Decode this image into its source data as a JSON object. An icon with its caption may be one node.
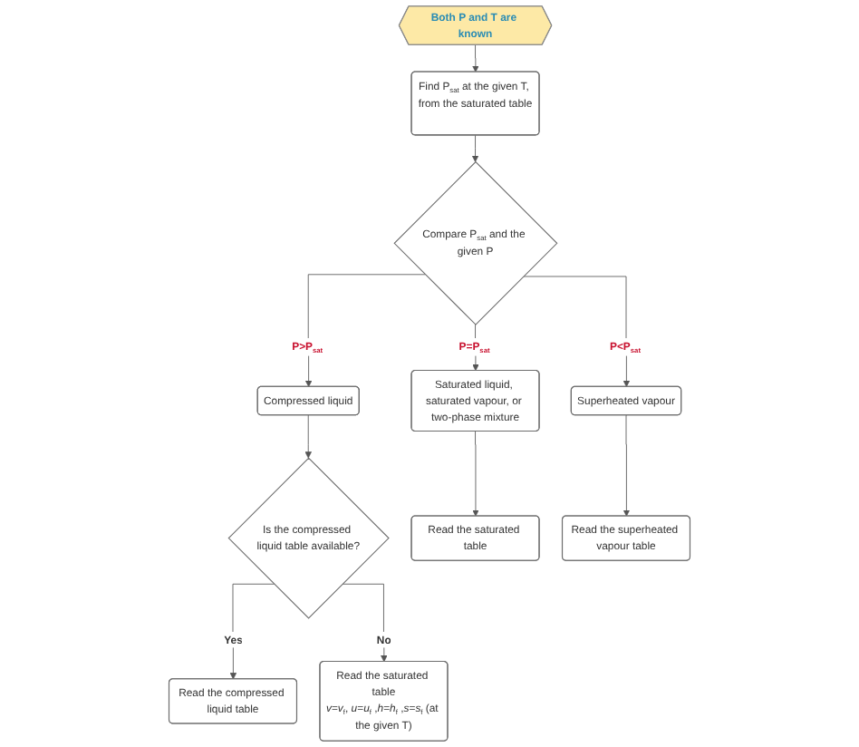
{
  "diagram": {
    "nodes": [
      {
        "text": [
          "Both P and T are known"
        ]
      },
      {
        "text": [
          "Find P$_{sat}$ at the given T, from the saturated table"
        ]
      },
      {
        "text": [
          "Compare P$_{sat}$ and the given P"
        ]
      },
      {
        "text": [
          "Compressed liquid"
        ]
      },
      {
        "text": [
          "Saturated liquid, saturated vapour, or two-phase mixture"
        ]
      },
      {
        "text": [
          "Superheated vapour"
        ]
      },
      {
        "text": [
          "Is the compressed liquid table available?"
        ]
      },
      {
        "text": [
          "Read the saturated table"
        ]
      },
      {
        "text": [
          "Read the superheated vapour table"
        ]
      },
      {
        "text": [
          "Read the compressed liquid table"
        ]
      },
      {
        "text": [
          "Read the saturated table",
          "*v*=*v*$_{f}$, *u*=*u*$_{f}$ ,*h*=*h*$_{f}$ ,*s*=*s*$_{f}$ (at the given T)"
        ]
      }
    ],
    "edges": [
      {
        "from": 0,
        "to": 1,
        "arrow": "to"
      },
      {
        "from": 1,
        "to": 2,
        "arrow": "to"
      },
      {
        "from": 2,
        "to": 3,
        "arrow": "to",
        "label": "P>P$_{sat}$"
      },
      {
        "from": 2,
        "to": 4,
        "arrow": "to",
        "label": "P=P$_{sat}$"
      },
      {
        "from": 2,
        "to": 5,
        "arrow": "to",
        "label": "P<P$_{sat}$"
      },
      {
        "from": 3,
        "to": 6,
        "arrow": "to"
      },
      {
        "from": 4,
        "to": 7,
        "arrow": "to"
      },
      {
        "from": 5,
        "to": 8,
        "arrow": "to"
      },
      {
        "from": 6,
        "to": 9,
        "arrow": "to",
        "label": "Yes"
      },
      {
        "from": 6,
        "to": 10,
        "arrow": "to",
        "label": "No"
      }
    ]
  }
}
